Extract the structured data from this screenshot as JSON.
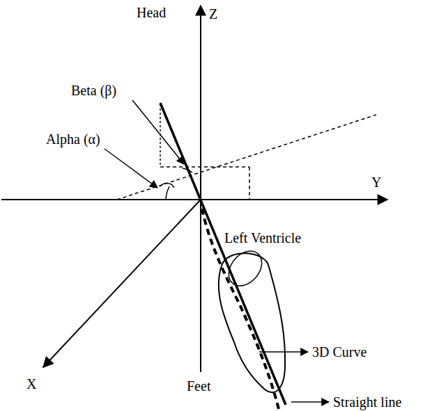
{
  "diagram": {
    "labels": [
      "Head",
      "Z",
      "Beta (β)",
      "Alpha (α)",
      "Y",
      "Left Ventricle",
      "3D Curve",
      "X",
      "Feet",
      "Straight line"
    ]
  }
}
